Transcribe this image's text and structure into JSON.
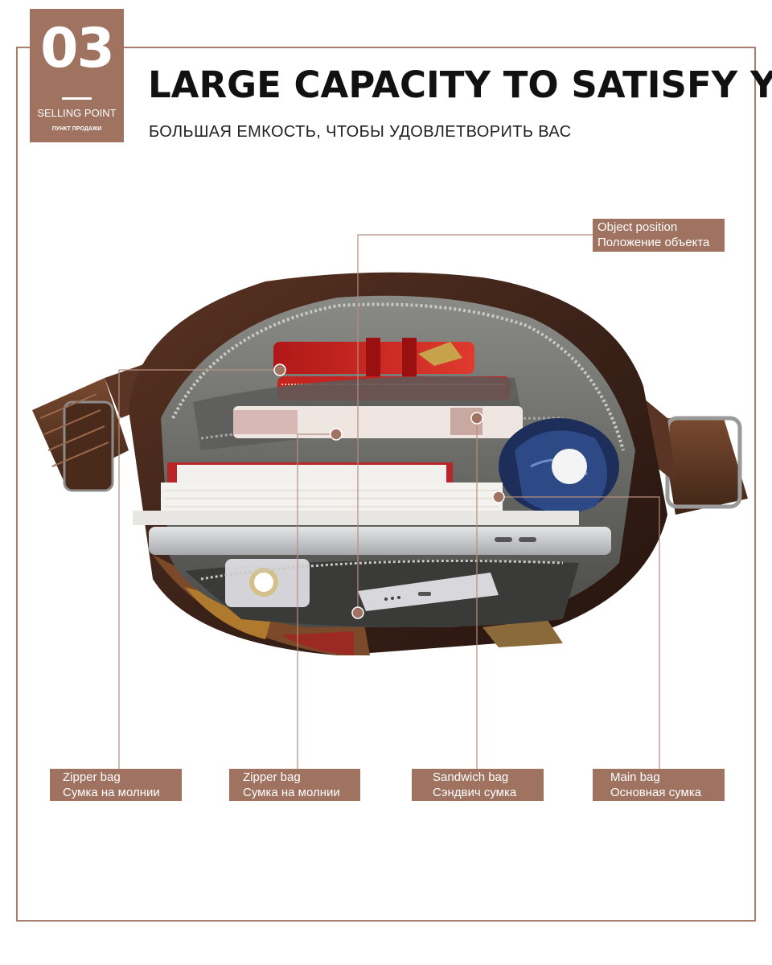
{
  "badge": {
    "number": "03",
    "label": "SELLING POINT",
    "sublabel": "ПУНКТ ПРОДАЖИ"
  },
  "headline": "LARGE CAPACITY TO SATISFY YOU",
  "subheadline": "БОЛЬШАЯ ЕМКОСТЬ, ЧТОБЫ УДОВЛЕТВОРИТЬ ВАС",
  "callouts": {
    "object_position": {
      "en": "Object position",
      "ru": "Положение объекта"
    },
    "zipper_bag_left": {
      "en": "Zipper bag",
      "ru": "Сумка на молнии"
    },
    "zipper_bag_center": {
      "en": "Zipper bag",
      "ru": "Сумка на молнии"
    },
    "sandwich_bag": {
      "en": "Sandwich bag",
      "ru": "Сэндвич сумка"
    },
    "main_bag": {
      "en": "Main bag",
      "ru": "Основная сумка"
    }
  },
  "colors": {
    "accent": "#a07260",
    "frame": "#a77f6c",
    "leader_line": "#b58f7e"
  }
}
